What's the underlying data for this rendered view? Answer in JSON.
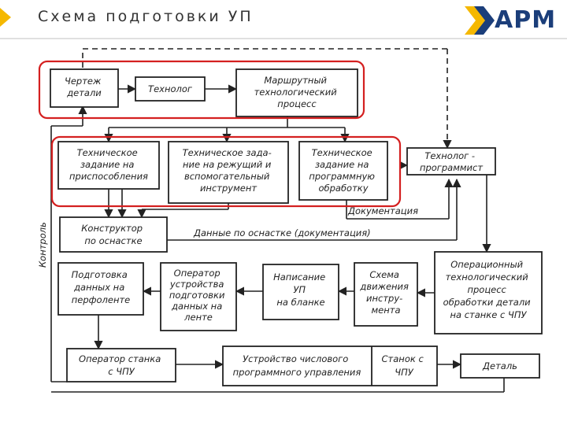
{
  "header": {
    "title": "Схема подготовки УП",
    "logo_text": "АРМ",
    "accent_color": "#f5b800",
    "logo_color": "#1b3e7a"
  },
  "diagram": {
    "highlight_color": "#d42020",
    "boxes": {
      "drawing": [
        "Чертеж",
        "детали"
      ],
      "technologist": [
        "Технолог"
      ],
      "route_process": [
        "Маршрутный",
        "технологический",
        "процесс"
      ],
      "tz_fixture": [
        "Техническое",
        "задание на",
        "приспособления"
      ],
      "tz_tools": [
        "Техническое зада-",
        "ние на режущий и",
        "вспомогательный",
        "инструмент"
      ],
      "tz_program": [
        "Техническое",
        "задание на",
        "программную",
        "обработку"
      ],
      "tech_programmer": [
        "Технолог -",
        "программист"
      ],
      "fixture_designer": [
        "Конструктор",
        "по оснастке"
      ],
      "data_prep": [
        "Подготовка",
        "данных на",
        "перфоленте"
      ],
      "device_operator": [
        "Оператор",
        "устройства",
        "подготовки",
        "данных на",
        "ленте"
      ],
      "write_up": [
        "Написание",
        "УП",
        "на бланке"
      ],
      "tool_path": [
        "Схема",
        "движения",
        "инстру-",
        "мента"
      ],
      "operational_process": [
        "Операционный",
        "технологический",
        "процесс",
        "обработки детали",
        "на станке с ЧПУ"
      ],
      "machine_operator": [
        "Оператор станка",
        "с ЧПУ"
      ],
      "cnc_device": [
        "Устройство числового",
        "программного управления"
      ],
      "cnc_machine": [
        "Станок с",
        "ЧПУ"
      ],
      "part": [
        "Деталь"
      ]
    },
    "labels": {
      "documentation": "Документация",
      "tooling_data": "Данные по оснастке (документация)",
      "control": "Контроль"
    }
  }
}
